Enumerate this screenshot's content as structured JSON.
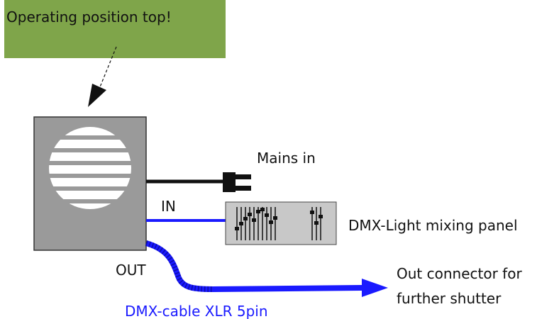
{
  "note": {
    "text": "Operating position top!"
  },
  "labels": {
    "mains_in": "Mains in",
    "in": "IN",
    "out": "OUT",
    "panel": "DMX-Light mixing panel",
    "out_connector_line1": "Out connector for",
    "out_connector_line2": "further shutter",
    "cable": "DMX-cable XLR 5pin"
  },
  "colors": {
    "note_bg": "#7fa54a",
    "cable_blue": "#1a1aff",
    "device_gray": "#9a9a9a",
    "panel_gray": "#c8c8c8"
  }
}
